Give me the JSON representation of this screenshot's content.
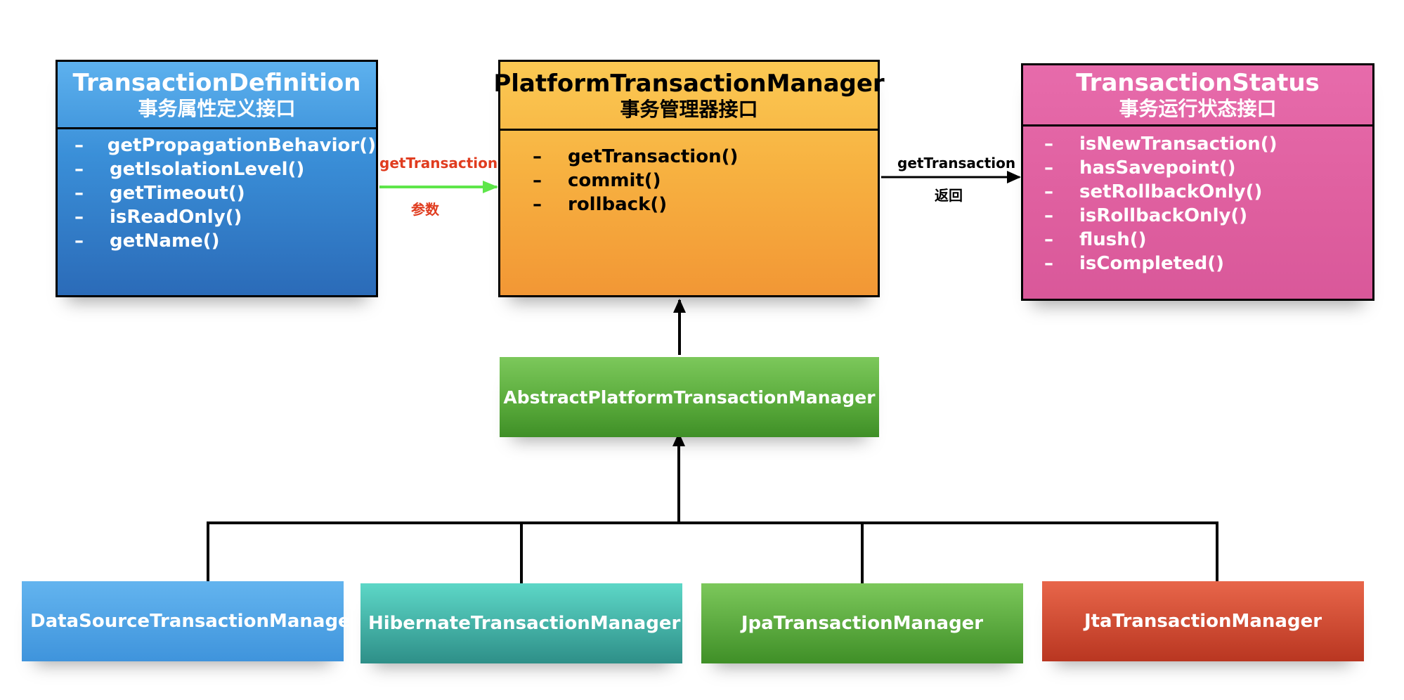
{
  "definition": {
    "title": "TransactionDefinition",
    "subtitle": "事务属性定义接口",
    "methods": [
      "getPropagationBehavior()",
      "getIsolationLevel()",
      "getTimeout()",
      "isReadOnly()",
      "getName()"
    ]
  },
  "manager": {
    "title": "PlatformTransactionManager",
    "subtitle": "事务管理器接口",
    "methods": [
      "getTransaction()",
      "commit()",
      "rollback()"
    ]
  },
  "status": {
    "title": "TransactionStatus",
    "subtitle": "事务运行状态接口",
    "methods": [
      "isNewTransaction()",
      "hasSavepoint()",
      "setRollbackOnly()",
      "isRollbackOnly()",
      "flush()",
      "isCompleted()"
    ]
  },
  "bullet": "–",
  "arrows": {
    "param_top": "getTransaction",
    "param_bottom": "参数",
    "return_top": "getTransaction",
    "return_bottom": "返回"
  },
  "abstract_manager": "AbstractPlatformTransactionManager",
  "implementations": {
    "datasource": "DataSourceTransactionManager",
    "hibernate": "HibernateTransactionManager",
    "jpa": "JpaTransactionManager",
    "jta": "JtaTransactionManager"
  },
  "colors": {
    "definition": "#3a8fd8",
    "manager": "#f7b241",
    "status": "#df5f9f",
    "abstract": "#58a93a",
    "datasource": "#3f94dc",
    "hibernate": "#3fb3a8",
    "jpa": "#58a93a",
    "jta": "#d24a30",
    "param_arrow": "#5ee64a",
    "param_label": "#e03c1f"
  }
}
